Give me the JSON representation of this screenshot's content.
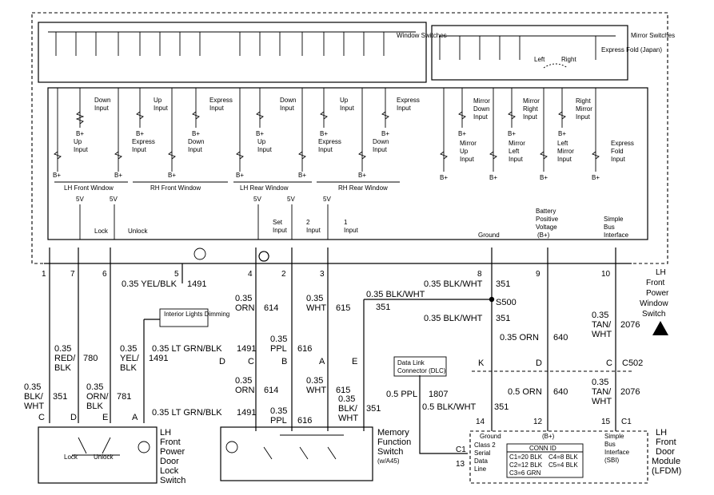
{
  "sections": {
    "window_switches": "Window Switches",
    "mirror_switches": "Mirror Switches",
    "express_fold": "Express Fold (Japan)",
    "left": "Left",
    "right": "Right"
  },
  "inputs": [
    {
      "l1": "Down",
      "l2": "Input"
    },
    {
      "l1": "Up",
      "l2": "Input"
    },
    {
      "l1": "Express",
      "l2": "Input"
    },
    {
      "l1": "Down",
      "l2": "Input"
    },
    {
      "l1": "Up",
      "l2": "Input"
    },
    {
      "l1": "Express",
      "l2": "Input"
    },
    {
      "l1": "Mirror",
      "l2": "Down",
      "l3": "Input"
    },
    {
      "l1": "Mirror",
      "l2": "Right",
      "l3": "Input"
    },
    {
      "l1": "Right",
      "l2": "Mirror",
      "l3": "Input"
    },
    {
      "l1": "Up",
      "l2": "Input"
    },
    {
      "l1": "Express",
      "l2": "Input"
    },
    {
      "l1": "Down",
      "l2": "Input"
    },
    {
      "l1": "Up",
      "l2": "Input"
    },
    {
      "l1": "Express",
      "l2": "Input"
    },
    {
      "l1": "Down",
      "l2": "Input"
    },
    {
      "l1": "Mirror",
      "l2": "Up",
      "l3": "Input"
    },
    {
      "l1": "Mirror",
      "l2": "Left",
      "l3": "Input"
    },
    {
      "l1": "Left",
      "l2": "Mirror",
      "l3": "Input"
    },
    {
      "l1": "Express",
      "l2": "Fold",
      "l3": "Input"
    }
  ],
  "groups": {
    "lh_front": "LH Front Window",
    "rh_front": "RH Front Window",
    "lh_rear": "LH Rear Window",
    "rh_rear": "RH Rear Window"
  },
  "power": {
    "bplus": "B+",
    "v5": "5V"
  },
  "lock_inputs": {
    "lock": "Lock",
    "unlock": "Unlock",
    "set": "Set",
    "set2": "Input",
    "two": "2",
    "two2": "Input",
    "one": "1",
    "one2": "Input",
    "ground": "Ground",
    "battery1": "Battery",
    "battery2": "Positive",
    "battery3": "Voltage",
    "battery4": "(B+)",
    "sbi1": "Simple",
    "sbi2": "Bus",
    "sbi3": "Interface"
  },
  "pins_top": [
    "1",
    "7",
    "6",
    "5",
    "4",
    "2",
    "3",
    "8",
    "9",
    "10"
  ],
  "switch_label": {
    "l1": "LH",
    "l2": "Front",
    "l3": "Power",
    "l4": "Window",
    "l5": "Switch"
  },
  "wires": {
    "w1_size": "0.35",
    "w1_color1": "BLK/",
    "w1_color2": "WHT",
    "w1_circuit": "351",
    "w7_size": "0.35",
    "w7_color1": "RED/",
    "w7_color2": "BLK",
    "w7_circuit": "780",
    "w6_size": "0.35",
    "w6_color1": "ORN/",
    "w6_color2": "BLK",
    "w6_circuit": "781",
    "w5_label": "0.35 YEL/BLK",
    "w5_circuit": "1491",
    "w5b_size": "0.35",
    "w5b_color1": "YEL/",
    "w5b_color2": "BLK",
    "w5b_circuit": "1491",
    "ltgrn1_label": "0.35 LT GRN/BLK",
    "ltgrn1_circuit": "1491",
    "ltgrn2_label": "0.35 LT GRN/BLK",
    "ltgrn2_circuit": "1491",
    "w4_size": "0.35",
    "w4_color": "ORN",
    "w4_circuit": "614",
    "w4b_size": "0.35",
    "w4b_color": "ORN",
    "w4b_circuit": "614",
    "w2_size": "0.35",
    "w2_color": "PPL",
    "w2_circuit": "616",
    "w2b_size": "0.35",
    "w2b_color": "PPL",
    "w2b_circuit": "616",
    "w3_size": "0.35",
    "w3_color": "WHT",
    "w3_circuit": "615",
    "w3b_size": "0.35",
    "w3b_color": "WHT",
    "w3b_circuit": "615",
    "bw1_label": "0.35 BLK/WHT",
    "bw1_circuit": "351",
    "bw2_label": "0.35 BLK/WHT",
    "bw2_circuit": "351",
    "bw3_label": "0.35 BLK/WHT",
    "bw3_circuit": "351",
    "bw4_label": "0.5 BLK/WHT",
    "bw4_circuit": "351",
    "bw5_size": "0.35",
    "bw5_color1": "BLK/",
    "bw5_color2": "WHT",
    "bw5_circuit": "351",
    "splice": "S500",
    "orn1_label": "0.35 ORN",
    "orn1_circuit": "640",
    "orn2_label": "0.5 ORN",
    "orn2_circuit": "640",
    "tan1_size": "0.35",
    "tan1_color1": "TAN/",
    "tan1_color2": "WHT",
    "tan1_circuit": "2076",
    "tan2_size": "0.35",
    "tan2_color1": "TAN/",
    "tan2_color2": "WHT",
    "tan2_circuit": "2076",
    "ppl_label": "0.5 PPL",
    "ppl_circuit": "1807"
  },
  "connectors": {
    "interior_lights": "Interior Lights Dimming",
    "dlc1": "Data Link",
    "dlc2": "Connector (DLC)",
    "c502": "C502",
    "c1": "C1",
    "k": "K",
    "d": "D",
    "c": "C",
    "lp_c": "C",
    "lp_d": "D",
    "lp_e": "E",
    "lp_a": "A",
    "mid_d": "D",
    "mid_c": "C",
    "mid_b": "B",
    "mid_a": "A",
    "mid_e": "E"
  },
  "lock_switch": {
    "l1": "LH",
    "l2": "Front",
    "l3": "Power",
    "l4": "Door",
    "l5": "Lock",
    "l6": "Switch",
    "lock": "Lock",
    "unlock": "Unlock"
  },
  "memory_switch": {
    "l1": "Memory",
    "l2": "Function",
    "l3": "Switch",
    "l4": "(w/A45)"
  },
  "module": {
    "pin14": "14",
    "pin12": "12",
    "pin15": "15",
    "pin13": "13",
    "c1": "C1",
    "c1b": "C1",
    "l1": "LH",
    "l2": "Front",
    "l3": "Door",
    "l4": "Module",
    "l5": "(LFDM)",
    "ground": "Ground",
    "bplus": "(B+)",
    "class2_1": "Class 2",
    "class2_2": "Serial",
    "class2_3": "Data",
    "class2_4": "Line",
    "sbi1": "Simple",
    "sbi2": "Bus",
    "sbi3": "Interface",
    "sbi4": "(SBI)",
    "conn_title": "CONN ID",
    "conn_c1": "C1=20 BLK",
    "conn_c2": "C2=12 BLK",
    "conn_c3": "C3=6 GRN",
    "conn_c4": "C4=8 BLK",
    "conn_c5": "C5=4 BLK"
  }
}
